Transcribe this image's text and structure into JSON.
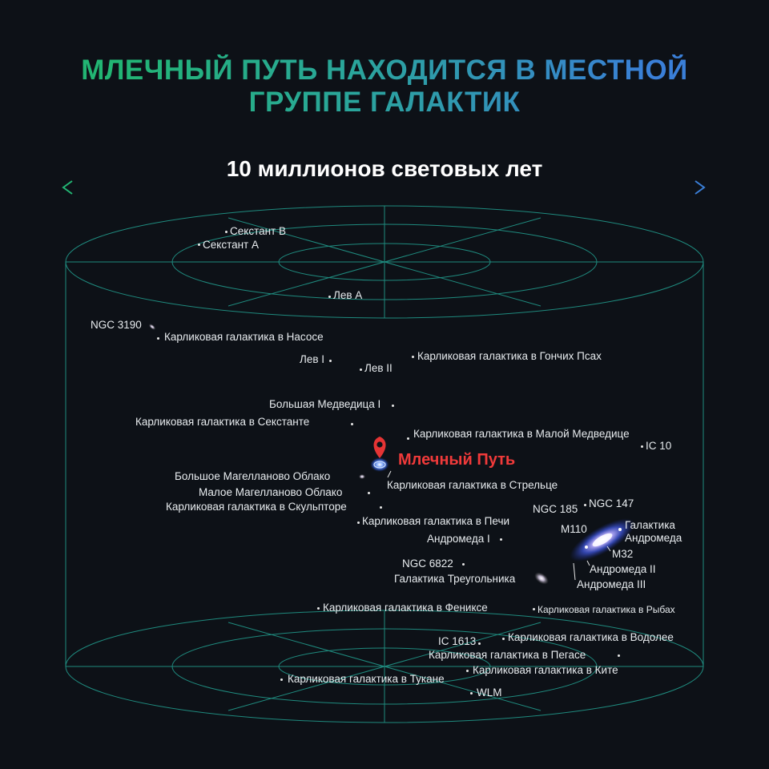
{
  "title": {
    "line1": "МЛЕЧНЫЙ ПУТЬ НАХОДИТСЯ В МЕСТНОЙ",
    "line2": "ГРУППЕ ГАЛАКТИК"
  },
  "scale_label": "10 миллионов световых лет",
  "colors": {
    "background": "#0d1117",
    "title_green": "#22b573",
    "title_blue": "#3a7fd8",
    "grid": "#1f8a7e",
    "milky_way": "#f03a3a"
  },
  "milky_way": "Млечный Путь",
  "galaxies": [
    "Секстант B",
    "Секстант А",
    "Лев А",
    "NGC 3190",
    "Карликовая галактика в Насосе",
    "Лев I",
    "Лев II",
    "Карликовая галактика в Гончих Псах",
    "Большая Медведица I",
    "Карликовая галактика в Секстанте",
    "Карликовая галактика в Малой Медведице",
    "IC 10",
    "Большое Магелланово Облако",
    "Малое Магелланово Облако",
    "Карликовая галактика в Стрельце",
    "Карликовая галактика в Скульпторе",
    "NGC 185",
    "NGC 147",
    "Карликовая галактика в Печи",
    "Галактика",
    "Андромеда",
    "M110",
    "Андромеда I",
    "M32",
    "NGC 6822",
    "Андромеда II",
    "Галактика Треугольника",
    "Андромеда III",
    "Карликовая галактика в Фениксе",
    "Карликовая галактика в Рыбах",
    "IC 1613",
    "Карликовая галактика в Водолее",
    "Карликовая галактика в Пегасе",
    "Карликовая галактика в Ките",
    "Карликовая галактика в Тукане",
    "WLM"
  ]
}
